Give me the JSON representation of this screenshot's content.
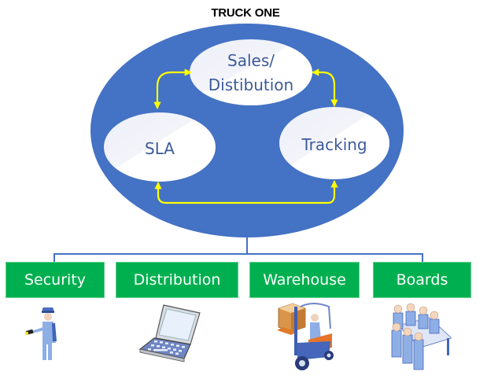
{
  "title": "TRUCK ONE",
  "colors": {
    "hub": "#4472c4",
    "node_fill": "#ffffff",
    "node_text": "#3c5a9a",
    "arrow": "#ffff00",
    "connector": "#4472c4",
    "box_fill": "#00b050",
    "box_text": "#ffffff"
  },
  "hub": {
    "nodes": [
      {
        "id": "sales",
        "line1": "Sales/",
        "line2": "Distibution"
      },
      {
        "id": "sla",
        "label": "SLA"
      },
      {
        "id": "tracking",
        "label": "Tracking"
      }
    ],
    "links": [
      {
        "from": "sales",
        "to": "sla",
        "direction": "both"
      },
      {
        "from": "sales",
        "to": "tracking",
        "direction": "both"
      },
      {
        "from": "sla",
        "to": "tracking",
        "direction": "both"
      }
    ]
  },
  "departments": [
    {
      "label": "Security",
      "icon": "security-guard-icon"
    },
    {
      "label": "Distribution",
      "icon": "laptop-icon"
    },
    {
      "label": "Warehouse",
      "icon": "forklift-icon"
    },
    {
      "label": "Boards",
      "icon": "meeting-table-icon"
    }
  ]
}
